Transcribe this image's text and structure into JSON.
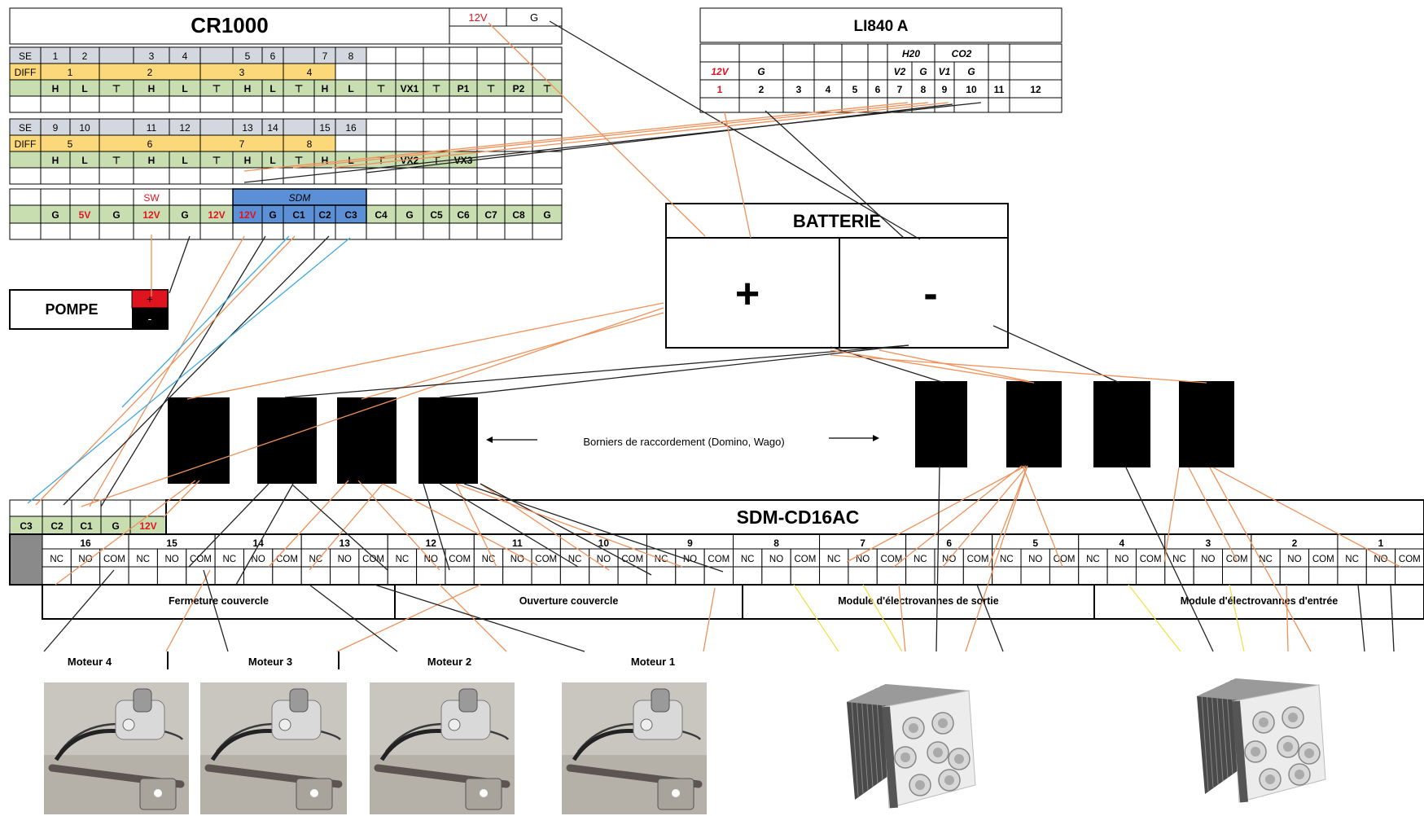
{
  "cr1000": {
    "title": "CR1000",
    "power_12v": "12V",
    "power_g": "G",
    "block_a": {
      "se": [
        "SE",
        "1",
        "2",
        "",
        "3",
        "4",
        "",
        "5",
        "6",
        "",
        "7",
        "8"
      ],
      "diff": [
        "DIFF",
        "1",
        "2",
        "3",
        "4"
      ],
      "hl": [
        "",
        "H",
        "L",
        "⊤",
        "H",
        "L",
        "⊤",
        "H",
        "L",
        "⊤",
        "H",
        "L",
        "⊤",
        "VX1",
        "⊤",
        "P1",
        "⊤",
        "P2",
        "⊤"
      ]
    },
    "block_b": {
      "se": [
        "SE",
        "9",
        "10",
        "",
        "11",
        "12",
        "",
        "13",
        "14",
        "",
        "15",
        "16"
      ],
      "diff": [
        "DIFF",
        "5",
        "6",
        "7",
        "8"
      ],
      "hl": [
        "",
        "H",
        "L",
        "⊤",
        "H",
        "L",
        "⊤",
        "H",
        "L",
        "⊤",
        "H",
        "L",
        "⊤",
        "VX2",
        "⊤",
        "VX3"
      ]
    },
    "sw_label": "SW",
    "sdm_label": "SDM",
    "bottom_row": [
      "",
      "G",
      "5V",
      "G",
      "12V",
      "G",
      "12V",
      "12V",
      "G",
      "C1",
      "C2",
      "C3",
      "C4",
      "G",
      "C5",
      "C6",
      "C7",
      "C8",
      "G"
    ]
  },
  "li840": {
    "title": "LI840 A",
    "gas_h2o": "H20",
    "gas_co2": "CO2",
    "labels": [
      "12V",
      "G",
      "",
      "",
      "",
      "",
      "V2",
      "G",
      "V1",
      "G",
      "",
      ""
    ],
    "numbers": [
      "1",
      "2",
      "3",
      "4",
      "5",
      "6",
      "7",
      "8",
      "9",
      "10",
      "11",
      "12"
    ]
  },
  "batterie": {
    "title": "BATTERIE",
    "plus": "+",
    "minus": "-"
  },
  "pompe": {
    "label": "POMPE",
    "plus": "+",
    "minus": "-"
  },
  "borniers_label": "Borniers de raccordement (Domino, Wago)",
  "sdm_cd16ac": {
    "title": "SDM-CD16AC",
    "left_terms": [
      "C3",
      "C2",
      "C1",
      "G",
      "12V"
    ],
    "channels": [
      "16",
      "15",
      "14",
      "13",
      "12",
      "11",
      "10",
      "9",
      "8",
      "7",
      "6",
      "5",
      "4",
      "3",
      "2",
      "1"
    ],
    "sub": [
      "NC",
      "NO",
      "COM"
    ],
    "groups": [
      "Fermeture couvercle",
      "Ouverture couvercle",
      "Module d'électrovannes de sortie",
      "Module d'électrovannes d'entrée"
    ]
  },
  "motors": [
    "Moteur 4",
    "Moteur 3",
    "Moteur 2",
    "Moteur 1"
  ],
  "colors": {
    "wire_orange": "#f0915a",
    "wire_black": "#222222",
    "wire_blue": "#3fa9e0",
    "wire_yellow": "#f2e04a",
    "cell_gray": "#d3d7df",
    "cell_yellow": "#fbd97a",
    "cell_green": "#c8deb0",
    "sdm_blue": "#5b8fd6",
    "red": "#e0141e"
  }
}
